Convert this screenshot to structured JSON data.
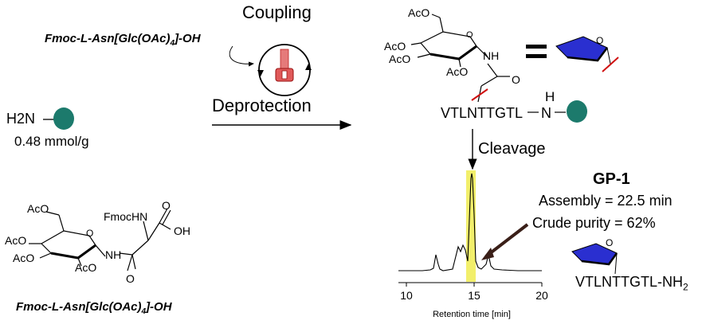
{
  "reagent_top": {
    "prefix": "Fmoc-L-Asn[Glc(OAc)",
    "sub": "4",
    "suffix": "]-OH"
  },
  "reagent_bottom": {
    "prefix": "Fmoc-L-Asn[Glc(OAc)",
    "sub": "4",
    "suffix": "]-OH"
  },
  "step_coupling": "Coupling",
  "step_deprotection": "Deprotection",
  "step_cleavage": "Cleavage",
  "resin": {
    "amine": "H2N",
    "loading": "0.48 mmol/g",
    "color": "#1c7a6c"
  },
  "sugar_labels": {
    "aco": "AcO",
    "nh": "NH",
    "o": "O",
    "oh": "OH",
    "fmochn": "FmocHN",
    "h": "H",
    "n": "N",
    "equals": "="
  },
  "peptide_on_resin": "VTLNTTGTL",
  "peptide_product": {
    "main": "VTLNTTGTL-NH",
    "sub": "2"
  },
  "product": {
    "name": "GP-1",
    "assembly": "Assembly = 22.5 min",
    "purity": "Crude purity = 62%"
  },
  "chromatogram": {
    "xlabel": "Retention time [min]",
    "ticks": [
      "10",
      "15",
      "20"
    ],
    "highlight_color": "#f2ef6b",
    "sugar_color": "#2a2fd0"
  }
}
